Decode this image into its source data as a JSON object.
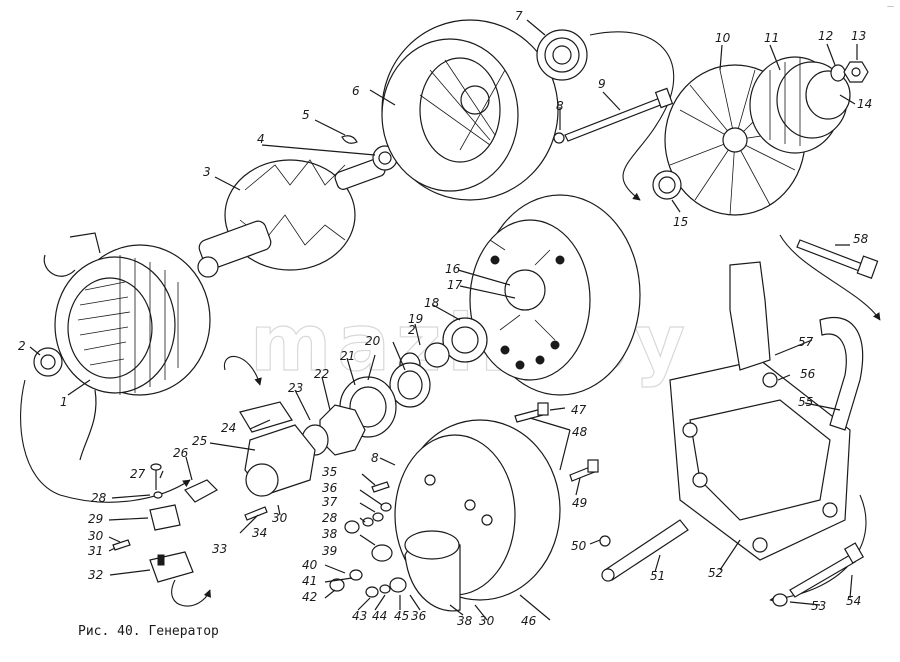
{
  "caption": "Рис. 40. Генератор",
  "corner_mark": "—",
  "watermark": "mazilboy",
  "callouts": [
    "1",
    "2",
    "2",
    "3",
    "4",
    "5",
    "6",
    "7",
    "8",
    "8",
    "9",
    "10",
    "11",
    "12",
    "13",
    "14",
    "15",
    "16",
    "17",
    "18",
    "19",
    "20",
    "21",
    "22",
    "23",
    "24",
    "25",
    "26",
    "27",
    "28",
    "28",
    "29",
    "30",
    "30",
    "30",
    "31",
    "32",
    "33",
    "34",
    "35",
    "36",
    "36",
    "37",
    "38",
    "38",
    "39",
    "40",
    "41",
    "42",
    "43",
    "44",
    "45",
    "46",
    "47",
    "48",
    "49",
    "50",
    "51",
    "52",
    "53",
    "54",
    "55",
    "56",
    "57",
    "58"
  ]
}
